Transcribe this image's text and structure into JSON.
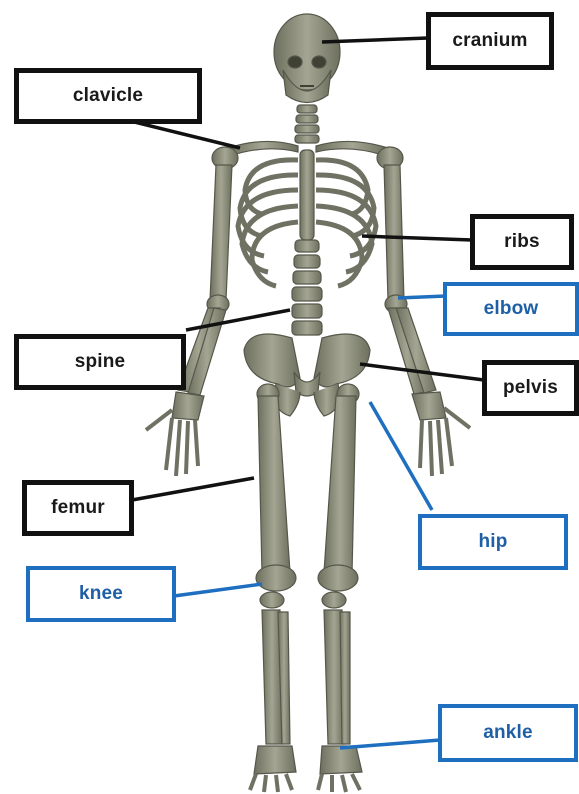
{
  "diagram": {
    "labels": [
      {
        "id": "cranium",
        "text": "cranium",
        "style": "black"
      },
      {
        "id": "clavicle",
        "text": "clavicle",
        "style": "black"
      },
      {
        "id": "ribs",
        "text": "ribs",
        "style": "black"
      },
      {
        "id": "elbow",
        "text": "elbow",
        "style": "blue"
      },
      {
        "id": "spine",
        "text": "spine",
        "style": "black"
      },
      {
        "id": "pelvis",
        "text": "pelvis",
        "style": "black"
      },
      {
        "id": "femur",
        "text": "femur",
        "style": "black"
      },
      {
        "id": "hip",
        "text": "hip",
        "style": "blue"
      },
      {
        "id": "knee",
        "text": "knee",
        "style": "blue"
      },
      {
        "id": "ankle",
        "text": "ankle",
        "style": "blue"
      }
    ],
    "colors": {
      "black_label": "#111111",
      "blue_label": "#1e6fc0",
      "bone": "#8b8d7a",
      "bone_dark": "#5d5f50"
    }
  }
}
